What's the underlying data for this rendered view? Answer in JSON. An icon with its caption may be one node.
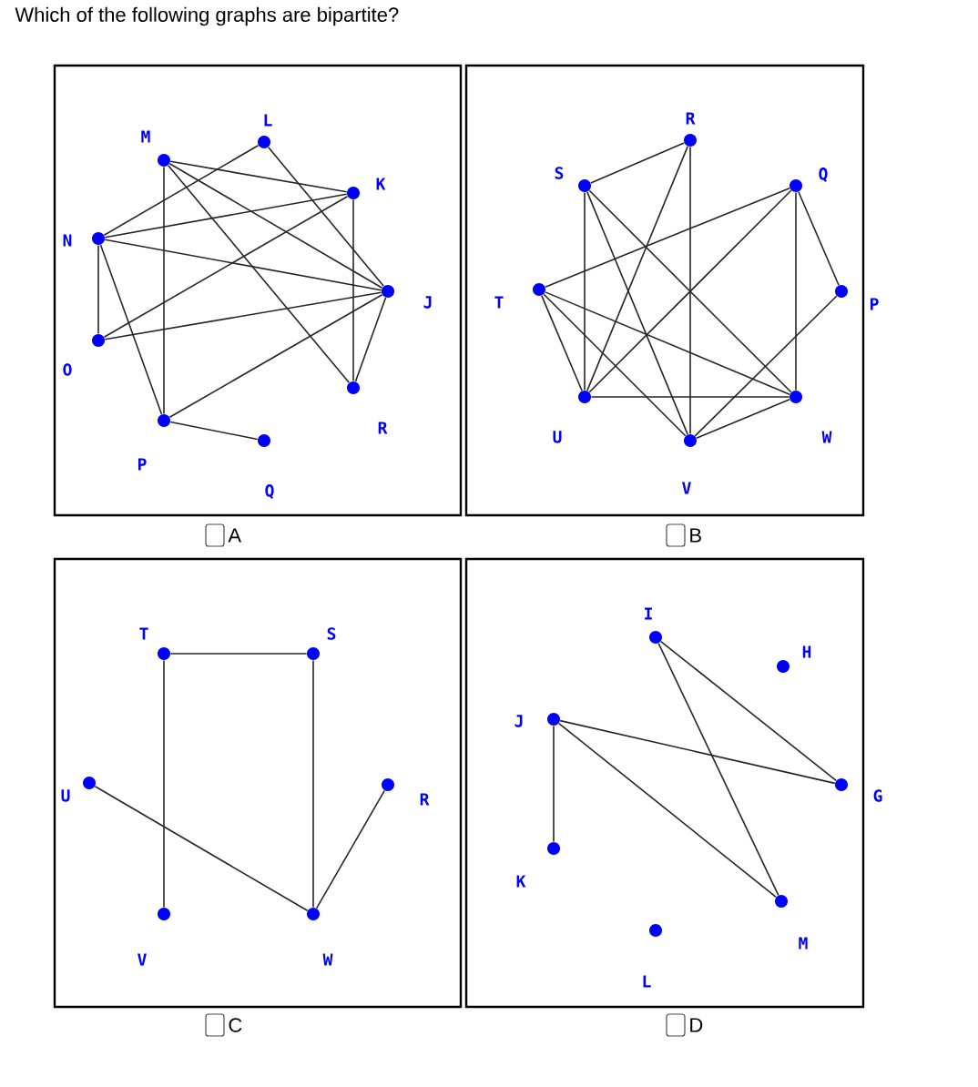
{
  "diagram": {
    "title": "Which of the following graphs are bipartite?",
    "nodes": [
      {
        "text": [
          "A"
        ]
      },
      {
        "text": [
          "M"
        ],
        "in": 0
      },
      {
        "text": [
          "L"
        ],
        "in": 0
      },
      {
        "text": [
          "K"
        ],
        "in": 0
      },
      {
        "text": [
          "N"
        ],
        "in": 0
      },
      {
        "text": [
          "J"
        ],
        "in": 0
      },
      {
        "text": [
          "O"
        ],
        "in": 0
      },
      {
        "text": [
          "R"
        ],
        "in": 0
      },
      {
        "text": [
          "P"
        ],
        "in": 0
      },
      {
        "text": [
          "Q"
        ],
        "in": 0
      },
      {
        "text": [
          "B"
        ]
      },
      {
        "text": [
          "R"
        ],
        "in": 10
      },
      {
        "text": [
          "S"
        ],
        "in": 10
      },
      {
        "text": [
          "Q"
        ],
        "in": 10
      },
      {
        "text": [
          "T"
        ],
        "in": 10
      },
      {
        "text": [
          "P"
        ],
        "in": 10
      },
      {
        "text": [
          "U"
        ],
        "in": 10
      },
      {
        "text": [
          "W"
        ],
        "in": 10
      },
      {
        "text": [
          "V"
        ],
        "in": 10
      },
      {
        "text": [
          "C"
        ]
      },
      {
        "text": [
          "T"
        ],
        "in": 19
      },
      {
        "text": [
          "S"
        ],
        "in": 19
      },
      {
        "text": [
          "U"
        ],
        "in": 19
      },
      {
        "text": [
          "R"
        ],
        "in": 19
      },
      {
        "text": [
          "V"
        ],
        "in": 19
      },
      {
        "text": [
          "W"
        ],
        "in": 19
      },
      {
        "text": [
          "D"
        ]
      },
      {
        "text": [
          "I"
        ],
        "in": 26
      },
      {
        "text": [
          "H"
        ],
        "in": 26
      },
      {
        "text": [
          "J"
        ],
        "in": 26
      },
      {
        "text": [
          "G"
        ],
        "in": 26
      },
      {
        "text": [
          "K"
        ],
        "in": 26
      },
      {
        "text": [
          "M"
        ],
        "in": 26
      },
      {
        "text": [
          "L"
        ],
        "in": 26
      }
    ],
    "edges": [
      {
        "from": 1,
        "to": 3,
        "arrow": "none"
      },
      {
        "from": 1,
        "to": 5,
        "arrow": "none"
      },
      {
        "from": 1,
        "to": 7,
        "arrow": "none"
      },
      {
        "from": 1,
        "to": 8,
        "arrow": "none"
      },
      {
        "from": 2,
        "to": 4,
        "arrow": "none"
      },
      {
        "from": 2,
        "to": 5,
        "arrow": "none"
      },
      {
        "from": 3,
        "to": 4,
        "arrow": "none"
      },
      {
        "from": 3,
        "to": 6,
        "arrow": "none"
      },
      {
        "from": 3,
        "to": 7,
        "arrow": "none"
      },
      {
        "from": 4,
        "to": 5,
        "arrow": "none"
      },
      {
        "from": 4,
        "to": 6,
        "arrow": "none"
      },
      {
        "from": 4,
        "to": 8,
        "arrow": "none"
      },
      {
        "from": 5,
        "to": 6,
        "arrow": "none"
      },
      {
        "from": 5,
        "to": 8,
        "arrow": "none"
      },
      {
        "from": 5,
        "to": 7,
        "arrow": "none"
      },
      {
        "from": 8,
        "to": 9,
        "arrow": "none"
      },
      {
        "from": 12,
        "to": 11,
        "arrow": "none"
      },
      {
        "from": 11,
        "to": 18,
        "arrow": "none"
      },
      {
        "from": 11,
        "to": 16,
        "arrow": "none"
      },
      {
        "from": 12,
        "to": 16,
        "arrow": "none"
      },
      {
        "from": 12,
        "to": 18,
        "arrow": "none"
      },
      {
        "from": 12,
        "to": 17,
        "arrow": "none"
      },
      {
        "from": 14,
        "to": 13,
        "arrow": "none"
      },
      {
        "from": 14,
        "to": 16,
        "arrow": "none"
      },
      {
        "from": 14,
        "to": 18,
        "arrow": "none"
      },
      {
        "from": 14,
        "to": 17,
        "arrow": "none"
      },
      {
        "from": 13,
        "to": 16,
        "arrow": "none"
      },
      {
        "from": 13,
        "to": 17,
        "arrow": "none"
      },
      {
        "from": 13,
        "to": 15,
        "arrow": "none"
      },
      {
        "from": 15,
        "to": 18,
        "arrow": "none"
      },
      {
        "from": 16,
        "to": 17,
        "arrow": "none"
      },
      {
        "from": 18,
        "to": 17,
        "arrow": "none"
      },
      {
        "from": 20,
        "to": 21,
        "arrow": "none"
      },
      {
        "from": 20,
        "to": 24,
        "arrow": "none"
      },
      {
        "from": 21,
        "to": 25,
        "arrow": "none"
      },
      {
        "from": 22,
        "to": 25,
        "arrow": "none"
      },
      {
        "from": 25,
        "to": 23,
        "arrow": "none"
      },
      {
        "from": 27,
        "to": 30,
        "arrow": "none"
      },
      {
        "from": 27,
        "to": 32,
        "arrow": "none"
      },
      {
        "from": 29,
        "to": 30,
        "arrow": "none"
      },
      {
        "from": 29,
        "to": 32,
        "arrow": "none"
      },
      {
        "from": 29,
        "to": 31,
        "arrow": "none"
      }
    ]
  }
}
